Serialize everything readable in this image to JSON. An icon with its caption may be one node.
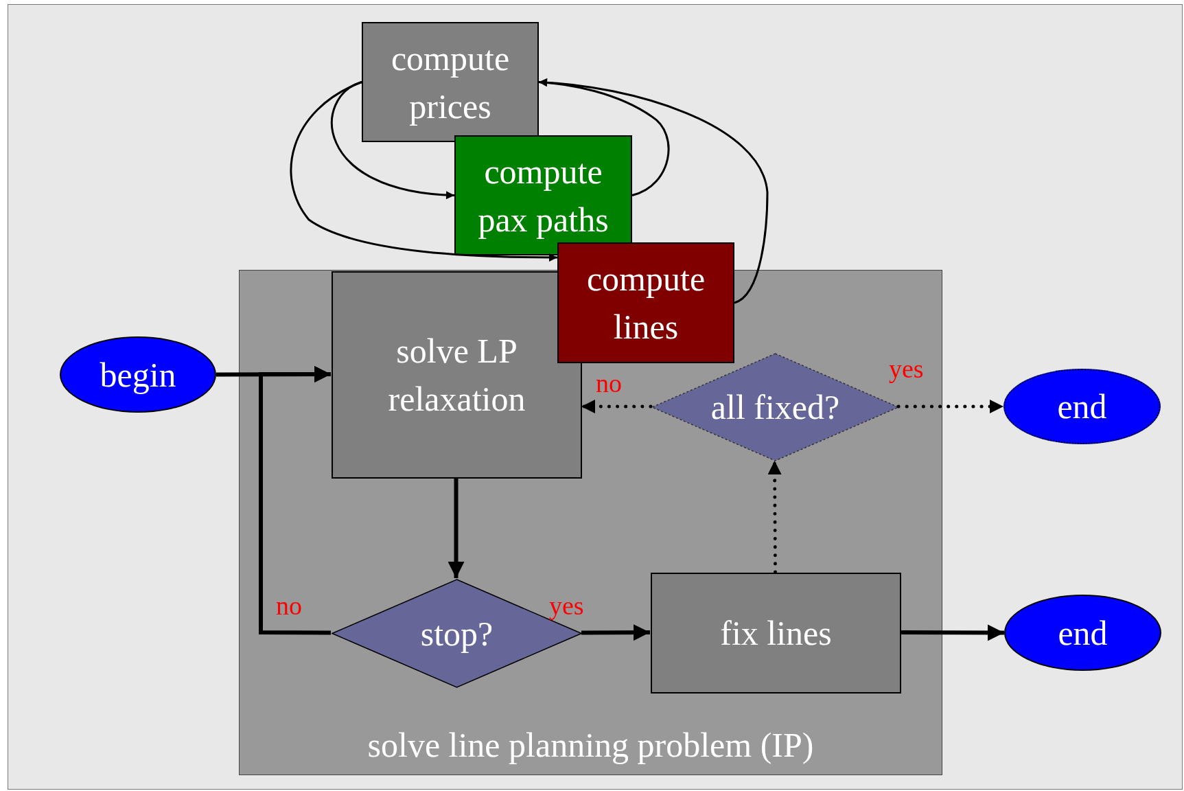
{
  "diagram": {
    "nodes": [
      {
        "text": [
          "compute prices"
        ]
      },
      {
        "text": [
          "compute pax paths"
        ]
      },
      {
        "text": [
          "compute lines"
        ]
      },
      {
        "text": [
          "begin"
        ]
      },
      {
        "text": [
          "solve line planning problem (IP)"
        ]
      },
      {
        "text": [
          "solve LP relaxation"
        ],
        "in": 4
      },
      {
        "text": [
          "all fixed?"
        ],
        "in": 4
      },
      {
        "text": [
          "end"
        ]
      },
      {
        "text": [
          "stop?"
        ],
        "in": 4
      },
      {
        "text": [
          "fix lines"
        ],
        "in": 4
      },
      {
        "text": [
          "end"
        ]
      }
    ],
    "edges": [
      {
        "from": 3,
        "to": 5,
        "arrow": "to"
      },
      {
        "from": 5,
        "to": 8,
        "arrow": "to"
      },
      {
        "from": 8,
        "to": 9,
        "arrow": "to",
        "label": "yes"
      },
      {
        "from": 8,
        "to": 5,
        "arrow": "to",
        "label": "no"
      },
      {
        "from": 9,
        "to": 10,
        "arrow": "to"
      },
      {
        "from": 9,
        "to": 6,
        "arrow": "to",
        "style": "dashed"
      },
      {
        "from": 6,
        "to": 5,
        "arrow": "to",
        "style": "dashed",
        "label": "no"
      },
      {
        "from": 6,
        "to": 7,
        "arrow": "to",
        "style": "dashed",
        "label": "yes"
      },
      {
        "from": 0,
        "to": 1,
        "arrow": "to"
      },
      {
        "from": 0,
        "to": 2,
        "arrow": "to"
      },
      {
        "from": 1,
        "to": 0,
        "arrow": "to"
      },
      {
        "from": 2,
        "to": 0,
        "arrow": "to"
      }
    ]
  }
}
